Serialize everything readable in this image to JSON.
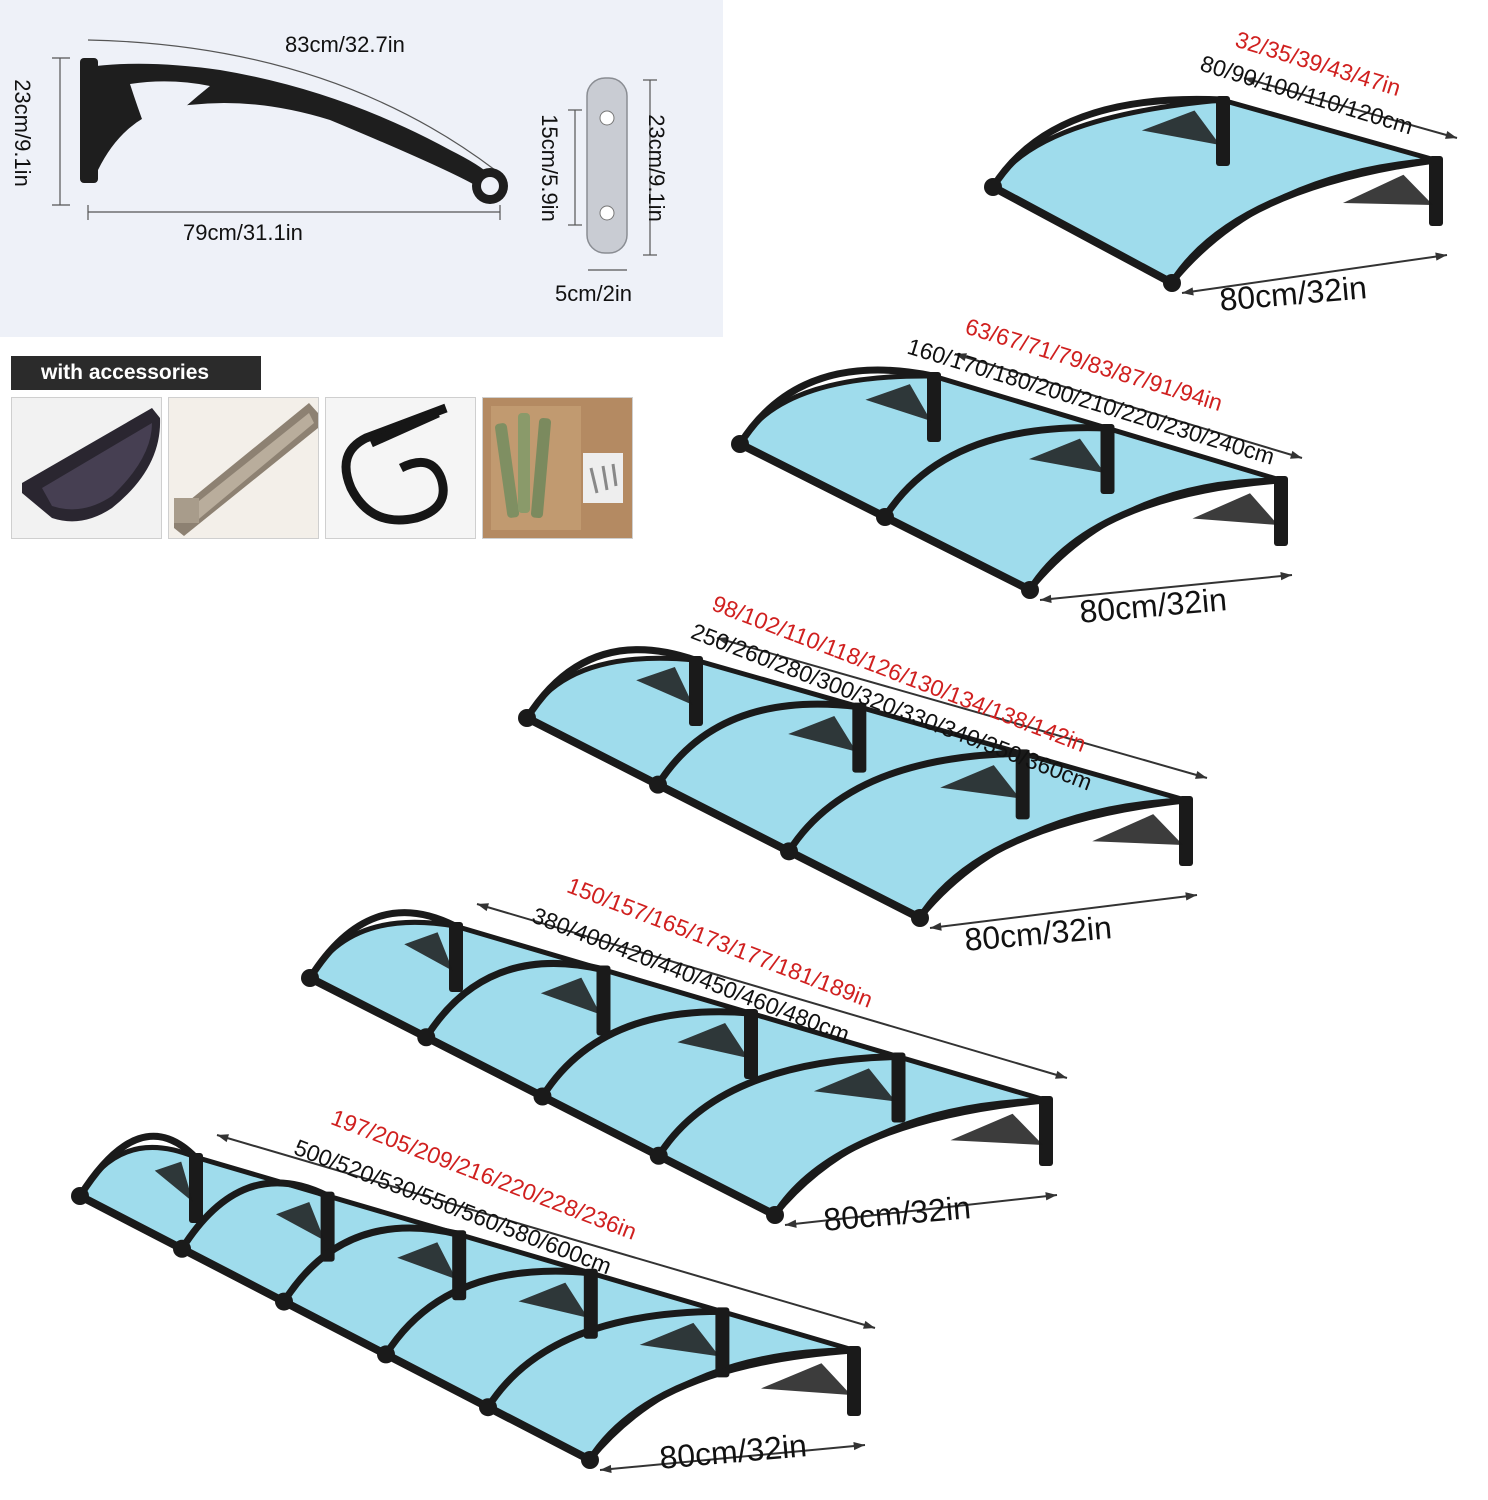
{
  "bracket_spec": {
    "arc_length": "83cm/32.7in",
    "base_length": "79cm/31.1in",
    "height": "23cm/9.1in"
  },
  "plate_spec": {
    "hole_spacing": "15cm/5.9in",
    "height": "23cm/9.1in",
    "width": "5cm/2in"
  },
  "accessories": {
    "header": "with accessories",
    "items": [
      {
        "icon": "drain-gutter-icon"
      },
      {
        "icon": "aluminum-profile-icon"
      },
      {
        "icon": "rubber-seal-icon"
      },
      {
        "icon": "screws-anchors-icon"
      }
    ]
  },
  "canopies": [
    {
      "inches": "32/35/39/43/47in",
      "cm": "80/90/100/110/120cm",
      "depth": "80cm/32in",
      "brackets": 2
    },
    {
      "inches": "63/67/71/79/83/87/91/94in",
      "cm": "160/170/180/200/210/220/230/240cm",
      "depth": "80cm/32in",
      "brackets": 3
    },
    {
      "inches": "98/102/110/118/126/130/134/138/142in",
      "cm": "250/260/280/300/320/330/340/350/360cm",
      "depth": "80cm/32in",
      "brackets": 4
    },
    {
      "inches": "150/157/165/173/177/181/189in",
      "cm": "380/400/420/440/450/460/480cm",
      "depth": "80cm/32in",
      "brackets": 5
    },
    {
      "inches": "197/205/209/216/220/228/236in",
      "cm": "500/520/530/550/560/580/600cm",
      "depth": "80cm/32in",
      "brackets": 6
    }
  ],
  "colors": {
    "panel": "#9fdcec",
    "frame": "#1a1a1a",
    "accent_red": "#d0201f"
  }
}
